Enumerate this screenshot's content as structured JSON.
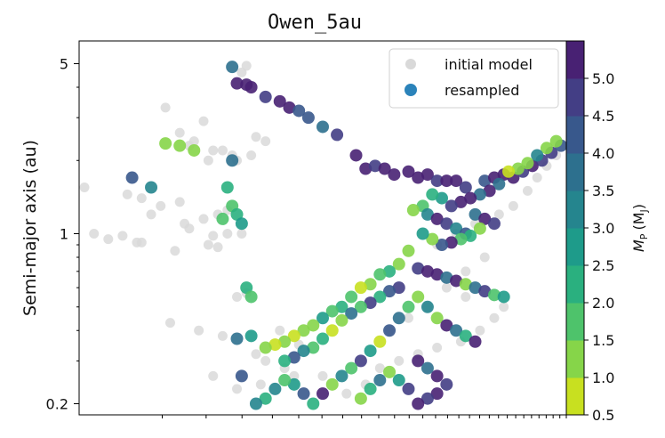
{
  "chart_data": {
    "type": "scatter",
    "title": "Owen_5au",
    "xlabel": "",
    "ylabel": "Semi-major axis (au)",
    "y_scale": "log",
    "ylim": [
      0.18,
      6.2
    ],
    "xlim": [
      0,
      1
    ],
    "y_ticks": [
      {
        "value": 0.2,
        "label": "0.2"
      },
      {
        "value": 1,
        "label": "1"
      },
      {
        "value": 5,
        "label": "5"
      }
    ],
    "colorbar": {
      "label": "M_P (M_J)",
      "label_main": "M",
      "label_sub": "P",
      "label_tail": "(M",
      "label_tail_sub": "J",
      "label_close": ")",
      "range": [
        0.5,
        5.0
      ],
      "ticks": [
        "0.5",
        "1.0",
        "1.5",
        "2.0",
        "2.5",
        "3.0",
        "3.5",
        "4.0",
        "4.5",
        "5.0"
      ],
      "colors": [
        "#c8e020",
        "#86d549",
        "#4ec36b",
        "#2ab07f",
        "#1e9b8a",
        "#25858e",
        "#2d708e",
        "#38588c",
        "#433e85",
        "#482173"
      ]
    },
    "legend": {
      "position": "top-right",
      "entries": [
        {
          "name": "initial model",
          "color": "#d9d9d9"
        },
        {
          "name": "resampled",
          "color": "#2b83ba"
        }
      ]
    },
    "series": [
      {
        "name": "initial model",
        "color": "#d9d9d9",
        "points": [
          [
            0.34,
            4.9
          ],
          [
            0.33,
            4.6
          ],
          [
            0.17,
            3.3
          ],
          [
            0.25,
            2.9
          ],
          [
            0.2,
            2.6
          ],
          [
            0.23,
            2.4
          ],
          [
            0.22,
            2.3
          ],
          [
            0.27,
            2.2
          ],
          [
            0.29,
            2.2
          ],
          [
            0.36,
            2.5
          ],
          [
            0.38,
            2.4
          ],
          [
            0.31,
            2.1
          ],
          [
            0.26,
            2.0
          ],
          [
            0.32,
            2.0
          ],
          [
            0.35,
            2.1
          ],
          [
            0.0,
            1.55
          ],
          [
            0.09,
            1.45
          ],
          [
            0.12,
            1.4
          ],
          [
            0.2,
            1.35
          ],
          [
            0.16,
            1.3
          ],
          [
            0.14,
            1.2
          ],
          [
            0.25,
            1.15
          ],
          [
            0.3,
            1.25
          ],
          [
            0.28,
            1.2
          ],
          [
            0.21,
            1.1
          ],
          [
            0.22,
            1.05
          ],
          [
            0.3,
            1.0
          ],
          [
            0.27,
            0.98
          ],
          [
            0.33,
            1.0
          ],
          [
            0.05,
            0.95
          ],
          [
            0.11,
            0.92
          ],
          [
            0.26,
            0.9
          ],
          [
            0.28,
            0.88
          ],
          [
            0.02,
            1.0
          ],
          [
            0.08,
            0.98
          ],
          [
            0.12,
            0.92
          ],
          [
            0.19,
            0.85
          ],
          [
            0.32,
            0.55
          ],
          [
            0.34,
            0.57
          ],
          [
            0.18,
            0.43
          ],
          [
            0.24,
            0.4
          ],
          [
            0.29,
            0.38
          ],
          [
            0.41,
            0.4
          ],
          [
            0.45,
            0.35
          ],
          [
            0.36,
            0.32
          ],
          [
            0.38,
            0.3
          ],
          [
            0.42,
            0.28
          ],
          [
            0.44,
            0.26
          ],
          [
            0.27,
            0.26
          ],
          [
            0.32,
            0.23
          ],
          [
            0.37,
            0.24
          ],
          [
            0.5,
            0.26
          ],
          [
            0.55,
            0.22
          ],
          [
            0.59,
            0.24
          ],
          [
            0.62,
            0.28
          ],
          [
            0.66,
            0.3
          ],
          [
            0.7,
            0.32
          ],
          [
            0.74,
            0.34
          ],
          [
            0.79,
            0.36
          ],
          [
            0.83,
            0.4
          ],
          [
            0.86,
            0.45
          ],
          [
            0.88,
            0.5
          ],
          [
            0.76,
            0.6
          ],
          [
            0.8,
            0.7
          ],
          [
            0.84,
            0.8
          ],
          [
            0.74,
            0.9
          ],
          [
            0.78,
            1.0
          ],
          [
            0.82,
            1.1
          ],
          [
            0.87,
            1.2
          ],
          [
            0.9,
            1.3
          ],
          [
            0.93,
            1.5
          ],
          [
            0.95,
            1.7
          ],
          [
            0.97,
            1.9
          ],
          [
            0.99,
            2.1
          ],
          [
            0.8,
            0.55
          ],
          [
            0.72,
            0.5
          ],
          [
            0.68,
            0.45
          ],
          [
            0.64,
            0.4
          ]
        ]
      },
      {
        "name": "resampled",
        "points": [
          [
            0.31,
            4.85,
            3.2
          ],
          [
            0.32,
            4.15,
            4.8
          ],
          [
            0.34,
            4.1,
            4.9
          ],
          [
            0.35,
            4.0,
            4.7
          ],
          [
            0.38,
            3.65,
            4.4
          ],
          [
            0.41,
            3.5,
            4.9
          ],
          [
            0.43,
            3.3,
            4.6
          ],
          [
            0.45,
            3.2,
            3.8
          ],
          [
            0.47,
            3.0,
            4.1
          ],
          [
            0.5,
            2.75,
            3.6
          ],
          [
            0.53,
            2.55,
            4.2
          ],
          [
            0.57,
            2.1,
            4.9
          ],
          [
            0.59,
            1.85,
            4.8
          ],
          [
            0.61,
            1.9,
            4.5
          ],
          [
            0.63,
            1.85,
            4.7
          ],
          [
            0.65,
            1.75,
            4.9
          ],
          [
            0.68,
            1.8,
            4.8
          ],
          [
            0.7,
            1.7,
            4.6
          ],
          [
            0.72,
            1.75,
            4.8
          ],
          [
            0.74,
            1.65,
            4.3
          ],
          [
            0.76,
            1.65,
            4.9
          ],
          [
            0.78,
            1.65,
            4.7
          ],
          [
            0.8,
            1.55,
            4.5
          ],
          [
            0.84,
            1.65,
            4.0
          ],
          [
            0.86,
            1.7,
            4.9
          ],
          [
            0.88,
            1.75,
            4.6
          ],
          [
            0.9,
            1.7,
            4.8
          ],
          [
            0.92,
            1.8,
            4.2
          ],
          [
            0.94,
            1.9,
            4.7
          ],
          [
            0.96,
            2.0,
            4.5
          ],
          [
            0.98,
            2.15,
            4.2
          ],
          [
            1.0,
            2.3,
            3.8
          ],
          [
            0.99,
            2.4,
            1.0
          ],
          [
            0.97,
            2.25,
            1.2
          ],
          [
            0.95,
            2.1,
            2.8
          ],
          [
            0.93,
            1.95,
            1.4
          ],
          [
            0.91,
            1.85,
            1.1
          ],
          [
            0.89,
            1.8,
            0.8
          ],
          [
            0.87,
            1.6,
            3.4
          ],
          [
            0.85,
            1.5,
            4.6
          ],
          [
            0.83,
            1.45,
            3.2
          ],
          [
            0.81,
            1.4,
            4.9
          ],
          [
            0.79,
            1.35,
            4.8
          ],
          [
            0.77,
            1.3,
            4.4
          ],
          [
            0.75,
            1.4,
            2.4
          ],
          [
            0.73,
            1.45,
            1.9
          ],
          [
            0.71,
            1.3,
            1.6
          ],
          [
            0.69,
            1.25,
            1.2
          ],
          [
            0.72,
            1.2,
            3.0
          ],
          [
            0.74,
            1.15,
            4.7
          ],
          [
            0.76,
            1.1,
            4.2
          ],
          [
            0.78,
            1.05,
            2.8
          ],
          [
            0.8,
            1.0,
            4.0
          ],
          [
            0.82,
            1.2,
            3.4
          ],
          [
            0.84,
            1.15,
            4.9
          ],
          [
            0.86,
            1.1,
            4.5
          ],
          [
            0.83,
            1.05,
            1.3
          ],
          [
            0.81,
            0.98,
            2.0
          ],
          [
            0.79,
            0.95,
            1.7
          ],
          [
            0.77,
            0.92,
            4.6
          ],
          [
            0.75,
            0.9,
            3.7
          ],
          [
            0.73,
            0.95,
            1.0
          ],
          [
            0.71,
            1.0,
            2.5
          ],
          [
            0.68,
            0.85,
            1.0
          ],
          [
            0.66,
            0.75,
            1.4
          ],
          [
            0.64,
            0.7,
            2.1
          ],
          [
            0.62,
            0.68,
            1.6
          ],
          [
            0.6,
            0.62,
            1.2
          ],
          [
            0.58,
            0.6,
            0.9
          ],
          [
            0.56,
            0.55,
            1.5
          ],
          [
            0.54,
            0.5,
            2.2
          ],
          [
            0.52,
            0.48,
            1.8
          ],
          [
            0.5,
            0.45,
            2.7
          ],
          [
            0.48,
            0.42,
            1.1
          ],
          [
            0.46,
            0.4,
            1.4
          ],
          [
            0.44,
            0.38,
            0.9
          ],
          [
            0.42,
            0.36,
            1.3
          ],
          [
            0.4,
            0.35,
            0.8
          ],
          [
            0.38,
            0.34,
            1.2
          ],
          [
            0.7,
            0.72,
            4.3
          ],
          [
            0.72,
            0.7,
            4.7
          ],
          [
            0.74,
            0.68,
            4.9
          ],
          [
            0.76,
            0.66,
            3.6
          ],
          [
            0.78,
            0.64,
            4.8
          ],
          [
            0.8,
            0.62,
            1.0
          ],
          [
            0.82,
            0.6,
            3.2
          ],
          [
            0.84,
            0.58,
            4.4
          ],
          [
            0.86,
            0.56,
            1.7
          ],
          [
            0.88,
            0.55,
            2.6
          ],
          [
            0.66,
            0.6,
            4.2
          ],
          [
            0.64,
            0.58,
            3.9
          ],
          [
            0.62,
            0.55,
            2.0
          ],
          [
            0.6,
            0.52,
            4.5
          ],
          [
            0.58,
            0.5,
            1.5
          ],
          [
            0.56,
            0.47,
            3.4
          ],
          [
            0.54,
            0.44,
            1.0
          ],
          [
            0.52,
            0.4,
            0.8
          ],
          [
            0.5,
            0.37,
            2.3
          ],
          [
            0.48,
            0.34,
            1.6
          ],
          [
            0.46,
            0.33,
            2.9
          ],
          [
            0.44,
            0.31,
            4.0
          ],
          [
            0.42,
            0.3,
            1.9
          ],
          [
            0.7,
            0.55,
            1.3
          ],
          [
            0.72,
            0.5,
            2.8
          ],
          [
            0.74,
            0.45,
            1.1
          ],
          [
            0.76,
            0.42,
            4.6
          ],
          [
            0.78,
            0.4,
            3.3
          ],
          [
            0.8,
            0.38,
            2.2
          ],
          [
            0.82,
            0.36,
            4.8
          ],
          [
            0.68,
            0.5,
            1.8
          ],
          [
            0.66,
            0.45,
            3.5
          ],
          [
            0.64,
            0.4,
            4.1
          ],
          [
            0.62,
            0.36,
            0.9
          ],
          [
            0.6,
            0.33,
            2.6
          ],
          [
            0.58,
            0.3,
            4.4
          ],
          [
            0.56,
            0.28,
            1.7
          ],
          [
            0.54,
            0.26,
            3.1
          ],
          [
            0.52,
            0.24,
            1.2
          ],
          [
            0.5,
            0.22,
            4.6
          ],
          [
            0.48,
            0.2,
            2.0
          ],
          [
            0.46,
            0.22,
            3.8
          ],
          [
            0.44,
            0.24,
            2.5
          ],
          [
            0.42,
            0.25,
            1.6
          ],
          [
            0.4,
            0.23,
            2.9
          ],
          [
            0.38,
            0.21,
            1.9
          ],
          [
            0.36,
            0.2,
            3.0
          ],
          [
            0.7,
            0.3,
            4.7
          ],
          [
            0.72,
            0.28,
            3.6
          ],
          [
            0.74,
            0.26,
            4.9
          ],
          [
            0.76,
            0.24,
            4.3
          ],
          [
            0.74,
            0.22,
            4.8
          ],
          [
            0.72,
            0.21,
            4.2
          ],
          [
            0.7,
            0.2,
            4.9
          ],
          [
            0.68,
            0.23,
            4.5
          ],
          [
            0.66,
            0.25,
            2.7
          ],
          [
            0.64,
            0.27,
            1.4
          ],
          [
            0.62,
            0.25,
            3.5
          ],
          [
            0.6,
            0.23,
            2.2
          ],
          [
            0.58,
            0.21,
            1.0
          ],
          [
            0.3,
            1.55,
            2.2
          ],
          [
            0.31,
            1.3,
            1.8
          ],
          [
            0.32,
            1.2,
            2.1
          ],
          [
            0.33,
            1.1,
            2.4
          ],
          [
            0.29,
            1.15,
            1.6
          ],
          [
            0.34,
            0.6,
            2.0
          ],
          [
            0.35,
            0.55,
            1.7
          ],
          [
            0.32,
            0.37,
            3.6
          ],
          [
            0.33,
            0.26,
            3.9
          ],
          [
            0.35,
            0.38,
            2.5
          ],
          [
            0.1,
            1.7,
            3.8
          ],
          [
            0.14,
            1.55,
            3.0
          ],
          [
            0.17,
            2.35,
            1.0
          ],
          [
            0.2,
            2.3,
            1.2
          ],
          [
            0.23,
            2.2,
            1.0
          ],
          [
            0.31,
            2.0,
            3.3
          ]
        ]
      }
    ]
  }
}
